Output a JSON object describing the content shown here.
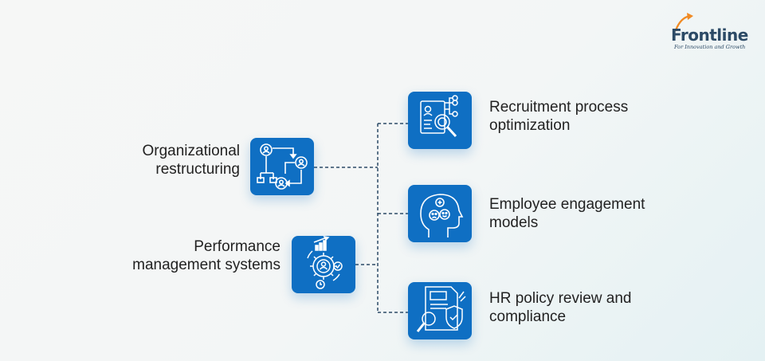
{
  "logo": {
    "brand": "Frontline",
    "tagline": "For Innovation and Growth"
  },
  "colors": {
    "accent": "#0f6fc3",
    "connector": "#2c4a66",
    "text": "#222222",
    "logo_arrow": "#f08a24"
  },
  "left_items": [
    {
      "label_line1": "Organizational",
      "label_line2": "restructuring",
      "icon": "org-chart-icon"
    },
    {
      "label_line1": "Performance",
      "label_line2": "management systems",
      "icon": "performance-gear-icon"
    }
  ],
  "right_items": [
    {
      "label_line1": "Recruitment process",
      "label_line2": "optimization",
      "icon": "resume-search-icon"
    },
    {
      "label_line1": "Employee engagement",
      "label_line2": "models",
      "icon": "head-emotions-icon"
    },
    {
      "label_line1": "HR policy review and",
      "label_line2": "compliance",
      "icon": "policy-shield-icon"
    }
  ]
}
